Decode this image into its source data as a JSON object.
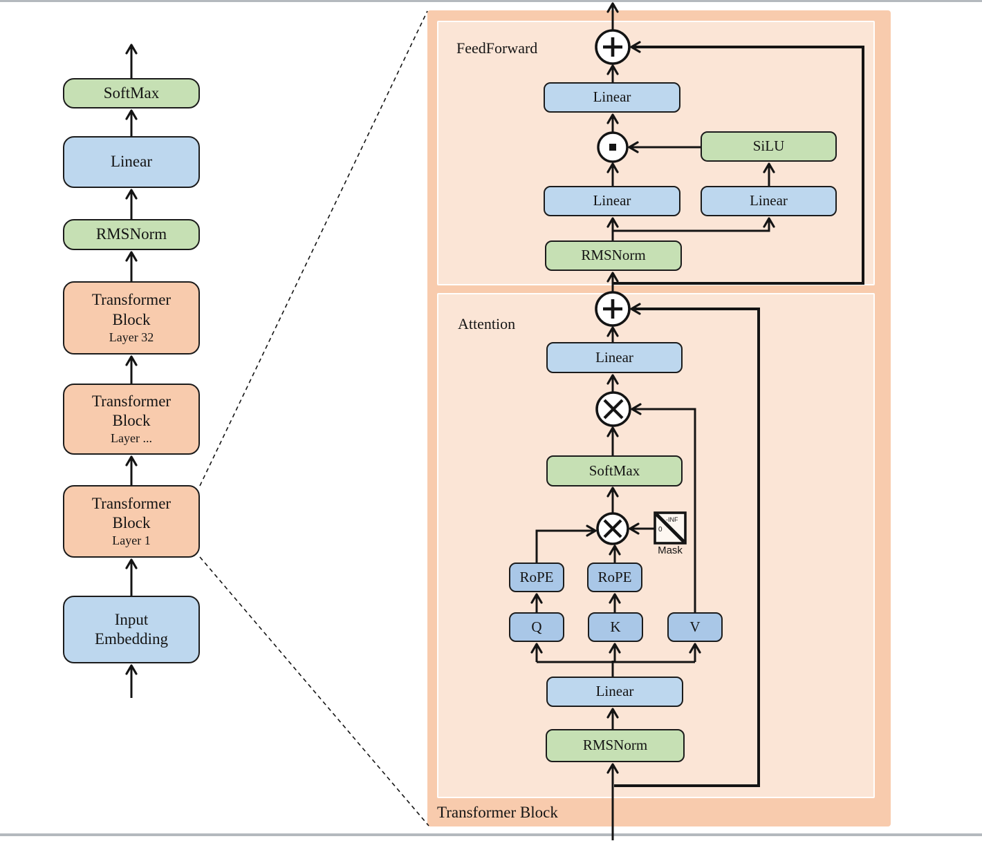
{
  "page": {
    "background": "#ffffff",
    "frame_line_color": "#b4b9be"
  },
  "colors": {
    "blue_box": "#bdd7ee",
    "green_box": "#c6e0b4",
    "orange_box": "#f8cbad",
    "deep_blue_box": "#a9c7e7",
    "panel_outer": "#f8cbad",
    "panel_inner": "#fbe5d6",
    "line": "#141414"
  },
  "icons": {
    "add": "+",
    "matmul": "×",
    "elementwise_product": "·",
    "mask": "diagonal-split-square"
  },
  "left_pipeline": {
    "nodes": [
      {
        "label": "SoftMax"
      },
      {
        "label": "Linear"
      },
      {
        "label": "RMSNorm"
      },
      {
        "label": "Transformer Block",
        "sublabel": "Layer 32"
      },
      {
        "label": "Transformer Block",
        "sublabel": "Layer ..."
      },
      {
        "label": "Transformer Block",
        "sublabel": "Layer 1"
      },
      {
        "label": "Input Embedding"
      }
    ]
  },
  "detail": {
    "panel_title": "Transformer Block",
    "feedforward": {
      "title": "FeedForward",
      "linear_out": "Linear",
      "silu": "SiLU",
      "linear_gate": "Linear",
      "linear_up": "Linear",
      "rmsnorm": "RMSNorm"
    },
    "attention": {
      "title": "Attention",
      "linear_out": "Linear",
      "softmax": "SoftMax",
      "mask": {
        "label": "Mask",
        "zero": "0",
        "neg_inf": "-INF"
      },
      "rope_q": "RoPE",
      "rope_k": "RoPE",
      "q": "Q",
      "k": "K",
      "v": "V",
      "linear_in": "Linear",
      "rmsnorm": "RMSNorm"
    }
  }
}
